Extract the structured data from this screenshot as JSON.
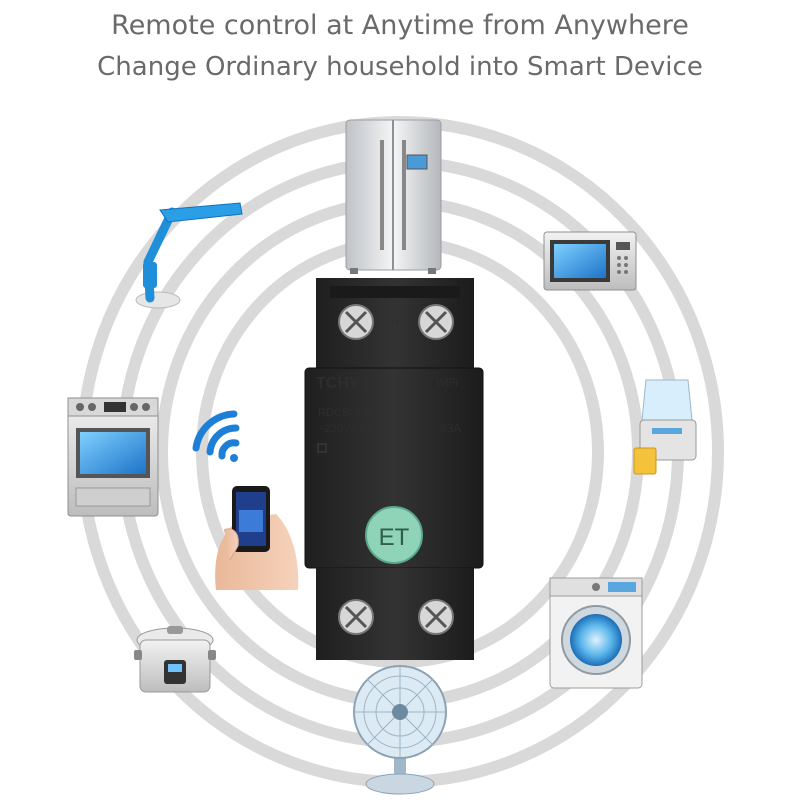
{
  "headline": {
    "line1": "Remote control at Anytime from Anywhere",
    "line2": "Change Ordinary household into Smart Device"
  },
  "breaker": {
    "brand": "TCHYTI",
    "wifi_label": "WiFi",
    "model": "RDCBC/T-2P",
    "rating": "~230V/50Hz",
    "current": "63A",
    "terminal_label": "N",
    "button_logo": "ET"
  },
  "colors": {
    "rings": "#d9d9d9",
    "breaker_body": "#2a2a2a",
    "button": "#8fd4b8",
    "wifi_icon": "#1e7fd6",
    "headline_text": "#6a6a6a"
  },
  "appliances": [
    {
      "name": "refrigerator",
      "icon": "refrigerator-icon"
    },
    {
      "name": "desk lamp",
      "icon": "desk-lamp-icon"
    },
    {
      "name": "microwave",
      "icon": "microwave-icon"
    },
    {
      "name": "oven",
      "icon": "oven-icon"
    },
    {
      "name": "juicer",
      "icon": "juicer-icon"
    },
    {
      "name": "smartphone in hand",
      "icon": "smartphone-hand-icon"
    },
    {
      "name": "washing machine",
      "icon": "washing-machine-icon"
    },
    {
      "name": "rice cooker",
      "icon": "rice-cooker-icon"
    },
    {
      "name": "electric fan",
      "icon": "fan-icon"
    }
  ]
}
